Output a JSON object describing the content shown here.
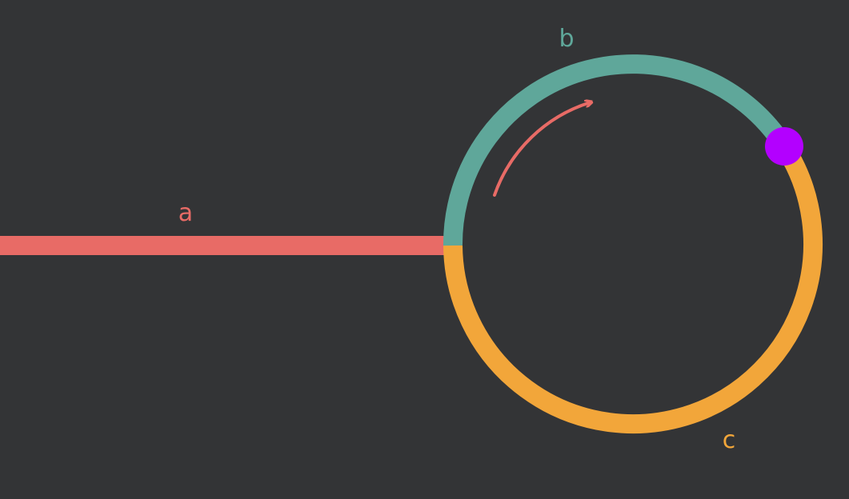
{
  "diagram": {
    "background": "#333436",
    "segments": [
      {
        "id": "a",
        "label": "a",
        "kind": "line",
        "color": "#e86b66"
      },
      {
        "id": "b",
        "label": "b",
        "kind": "arc",
        "color": "#5fa79a"
      },
      {
        "id": "c",
        "label": "c",
        "kind": "arc",
        "color": "#f2a63a"
      }
    ],
    "marker": {
      "color": "#b300ff"
    },
    "direction_arrow": {
      "color": "#e86b66"
    }
  }
}
